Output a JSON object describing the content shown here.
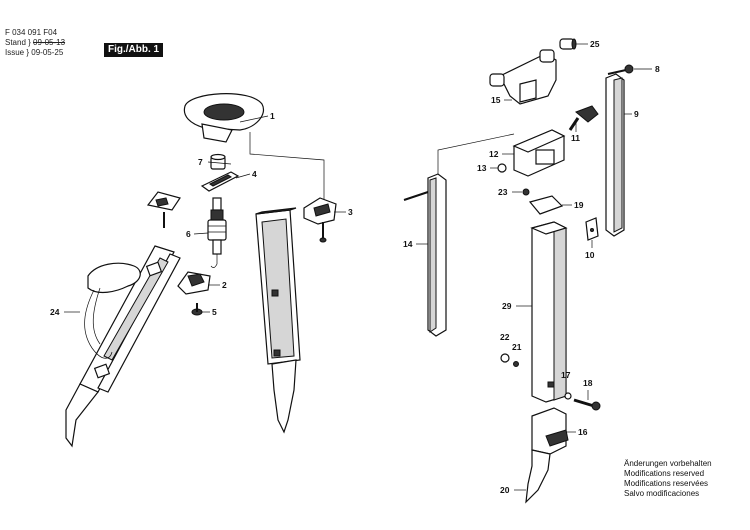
{
  "header": {
    "doc_number": "F 034 091 F04",
    "stand_label": "Stand",
    "stand_date_old": "09-05-13",
    "issue_label": "Issue",
    "issue_date": "09-05-25",
    "figure_label": "Fig./Abb. 1"
  },
  "parts": [
    {
      "id": "p1",
      "number": "1"
    },
    {
      "id": "p2",
      "number": "2"
    },
    {
      "id": "p3",
      "number": "3"
    },
    {
      "id": "p4",
      "number": "4"
    },
    {
      "id": "p5",
      "number": "5"
    },
    {
      "id": "p6",
      "number": "6"
    },
    {
      "id": "p7",
      "number": "7"
    },
    {
      "id": "p8",
      "number": "8"
    },
    {
      "id": "p9",
      "number": "9"
    },
    {
      "id": "p10",
      "number": "10"
    },
    {
      "id": "p11",
      "number": "11"
    },
    {
      "id": "p12",
      "number": "12"
    },
    {
      "id": "p13",
      "number": "13"
    },
    {
      "id": "p14",
      "number": "14"
    },
    {
      "id": "p15",
      "number": "15"
    },
    {
      "id": "p16",
      "number": "16"
    },
    {
      "id": "p17",
      "number": "17"
    },
    {
      "id": "p18",
      "number": "18"
    },
    {
      "id": "p19",
      "number": "19"
    },
    {
      "id": "p20",
      "number": "20"
    },
    {
      "id": "p21",
      "number": "21"
    },
    {
      "id": "p22",
      "number": "22"
    },
    {
      "id": "p23",
      "number": "23"
    },
    {
      "id": "p24",
      "number": "24"
    },
    {
      "id": "p25",
      "number": "25"
    },
    {
      "id": "p29",
      "number": "29"
    }
  ],
  "notes": [
    "Änderungen vorbehalten",
    "Modifications reserved",
    "Modifications reservées",
    "Salvo modificaciones"
  ]
}
